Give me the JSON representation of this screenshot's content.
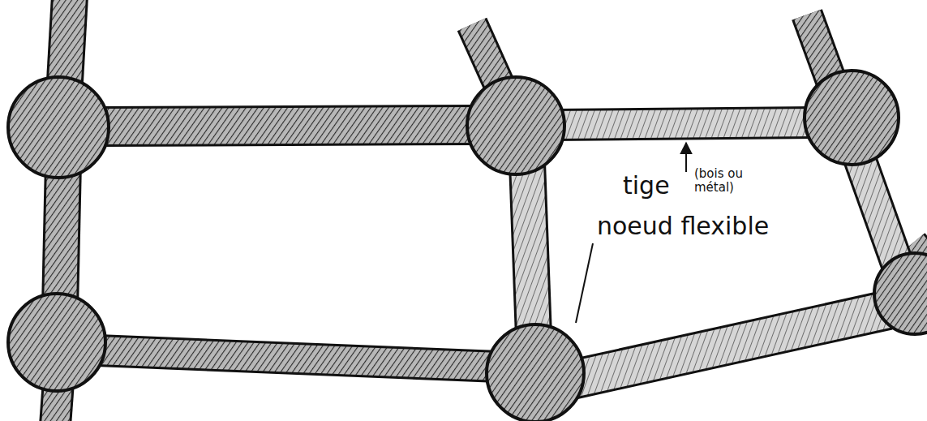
{
  "diagram": {
    "labels": [
      "tige",
      "(bois ou métal)",
      "noeud flexible"
    ]
  }
}
